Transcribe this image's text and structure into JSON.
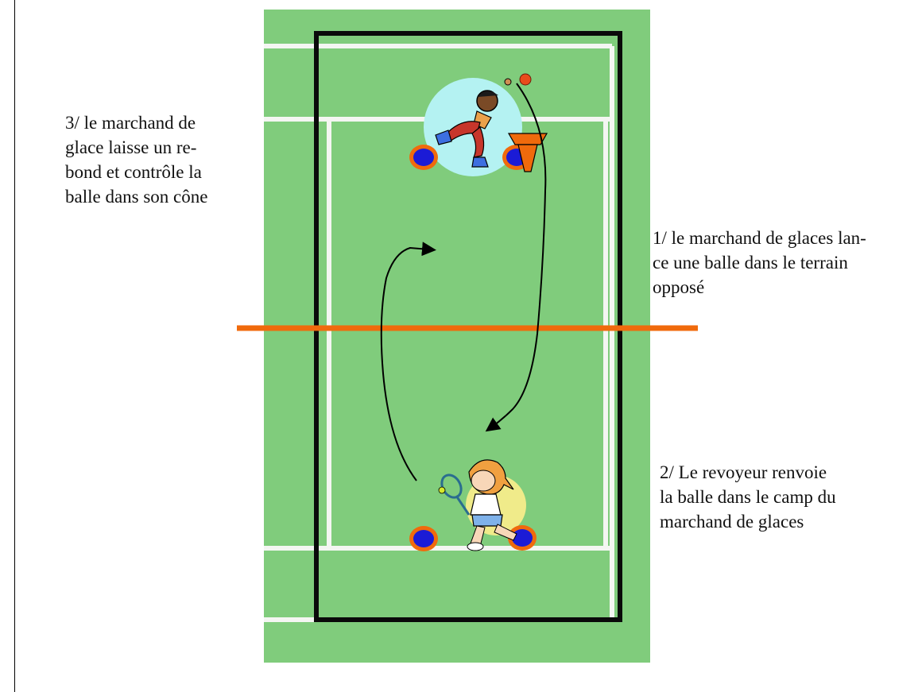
{
  "colors": {
    "court_green": "#80cc7c",
    "court_line": "#f4f6f2",
    "frame": "#0a0a0a",
    "net": "#f06a0c",
    "marker_blue": "#1b1bd6",
    "marker_rim": "#f06a0c",
    "top_halo": "#b4f2f2",
    "bottom_halo": "#f0eb8a"
  },
  "captions": {
    "step3": [
      "3/ le marchand de",
      "glace laisse un re-",
      "bond et contrôle la",
      "balle dans son cône"
    ],
    "step1": [
      "1/ le marchand de glaces lan-",
      "ce une balle dans le terrain",
      "opposé"
    ],
    "step2": [
      "2/ Le revoyeur renvoie",
      "la balle dans le camp du",
      "marchand de glaces"
    ]
  },
  "figures": {
    "top_player_icon": "kneeling-boy-icon",
    "bottom_player_icon": "girl-tennis-player-icon",
    "cone_icon": "orange-cone-icon",
    "ball_icon": "tennis-ball-icon"
  }
}
